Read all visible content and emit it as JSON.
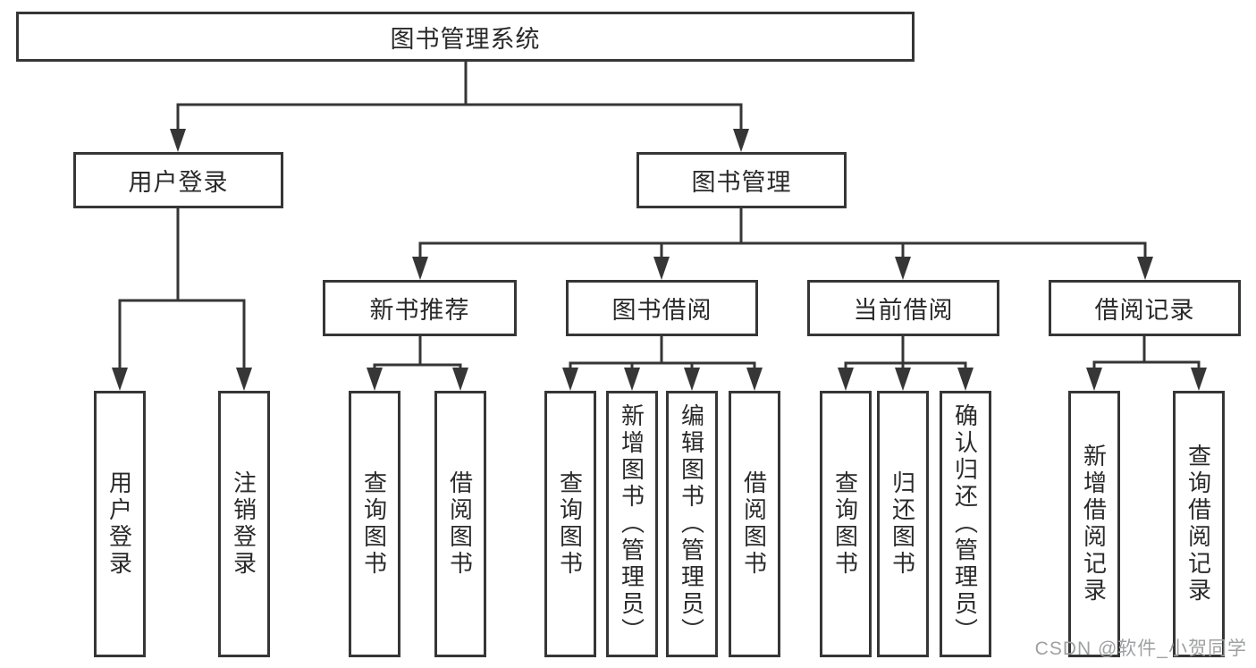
{
  "tree": {
    "label": "图书管理系统",
    "children": [
      {
        "label": "用户登录",
        "children": [
          {
            "label": "用户登录"
          },
          {
            "label": "注销登录"
          }
        ]
      },
      {
        "label": "图书管理",
        "children": [
          {
            "label": "新书推荐",
            "children": [
              {
                "label": "查询图书"
              },
              {
                "label": "借阅图书"
              }
            ]
          },
          {
            "label": "图书借阅",
            "children": [
              {
                "label": "查询图书"
              },
              {
                "label": "新增图书（管理员）"
              },
              {
                "label": "编辑图书（管理员）"
              },
              {
                "label": "借阅图书"
              }
            ]
          },
          {
            "label": "当前借阅",
            "children": [
              {
                "label": "查询图书"
              },
              {
                "label": "归还图书"
              },
              {
                "label": "确认归还（管理员）"
              }
            ]
          },
          {
            "label": "借阅记录",
            "children": [
              {
                "label": "新增借阅记录"
              },
              {
                "label": "查询借阅记录"
              }
            ]
          }
        ]
      }
    ]
  },
  "watermark": "CSDN @软件_小贺同学",
  "colors": {
    "line": "#363636",
    "box_border": "#363636",
    "text": "#2a2a2a",
    "watermark": "#9fa0a2",
    "background": "#ffffff"
  }
}
